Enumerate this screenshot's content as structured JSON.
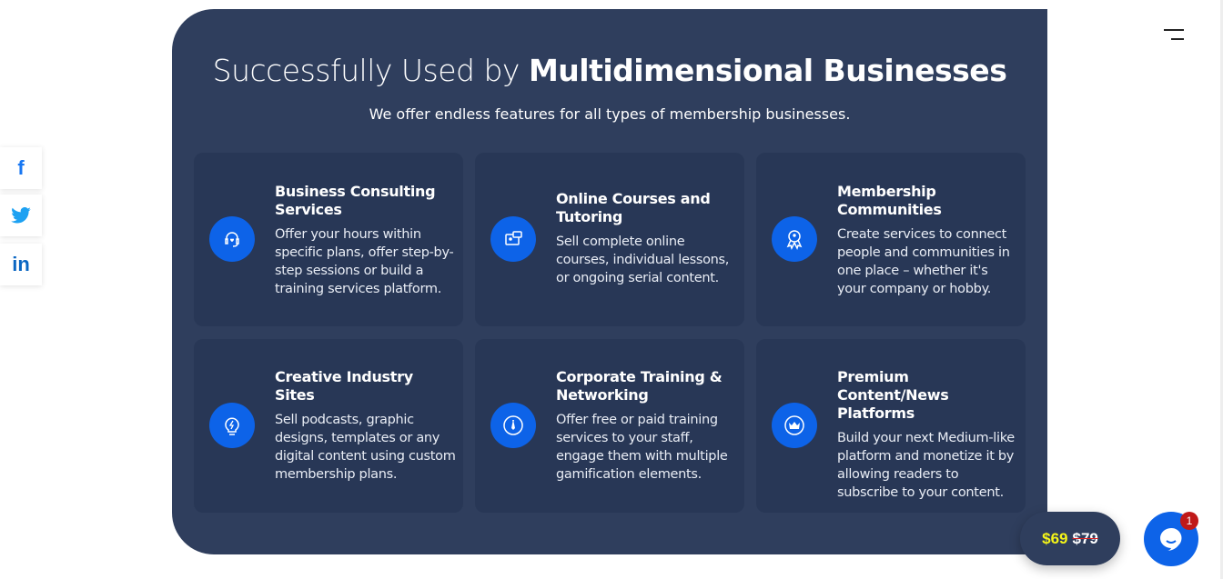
{
  "header": {
    "title_light": "Successfully Used by ",
    "title_bold": "Multidimensional Businesses",
    "subtitle": "We offer endless features for all types of membership businesses."
  },
  "cards": [
    {
      "title": "Business Consulting Services",
      "desc": "Offer your hours within specific plans, offer step-by-step sessions or build a training services platform.",
      "icon": "headset-icon"
    },
    {
      "title": "Online Courses and Tutoring",
      "desc": "Sell complete online courses, individual lessons, or ongoing serial content.",
      "icon": "online-course-icon"
    },
    {
      "title": "Membership Communities",
      "desc": "Create services to connect people and communities in one place – whether it's your company or hobby.",
      "icon": "award-member-icon"
    },
    {
      "title": "Creative Industry Sites",
      "desc": "Sell podcasts, graphic designs, templates or any digital content using custom membership plans.",
      "icon": "lightbulb-icon"
    },
    {
      "title": "Corporate Training & Networking",
      "desc": "Offer free or paid training services to your staff, engage them with multiple gamification elements.",
      "icon": "tie-icon"
    },
    {
      "title": "Premium Content/News Platforms",
      "desc": "Build your next Medium-like platform and monetize it by allowing readers to subscribe to your content.",
      "icon": "crown-icon"
    }
  ],
  "social": {
    "facebook": "f",
    "twitter": "t",
    "linkedin": "in"
  },
  "promo": {
    "price": "$69",
    "old_price": "$79"
  },
  "chat": {
    "badge": "1"
  },
  "colors": {
    "panel": "#2f3e5d",
    "accent": "#0d63e8",
    "price": "#f5f518"
  }
}
